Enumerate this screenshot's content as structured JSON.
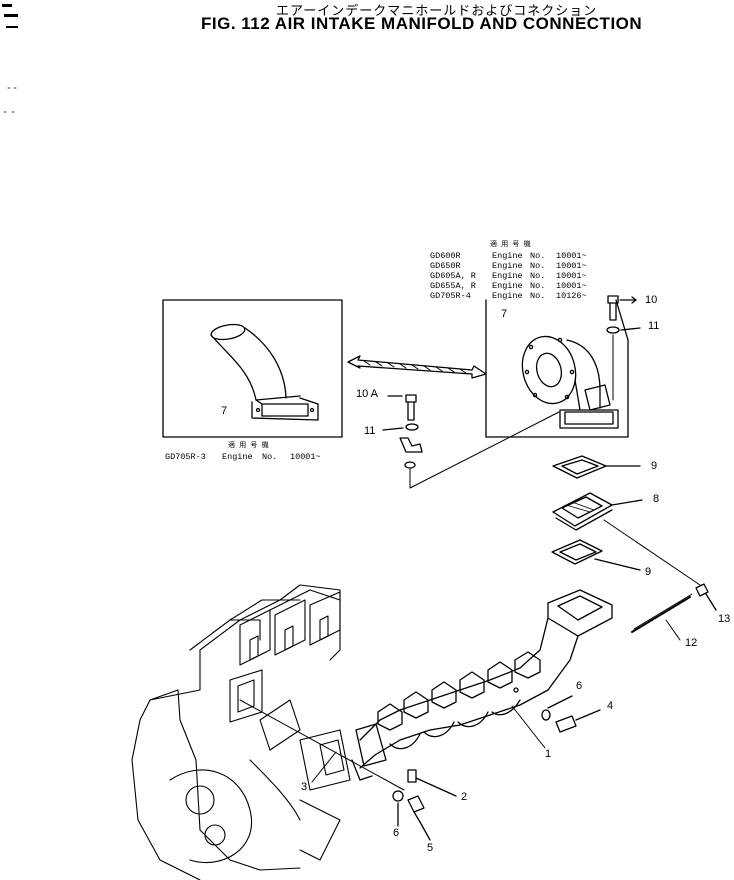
{
  "title_jp": "エアーインデークマニホールドおよびコネクション",
  "title_en": "FIG. 112  AIR INTAKE MANIFOLD AND CONNECTION",
  "right_box": {
    "header": "適 用 号 機",
    "rows": [
      {
        "model": "GD600R",
        "label": "Engine",
        "no": "No.",
        "serial": "10001~"
      },
      {
        "model": "GD650R",
        "label": "Engine",
        "no": "No.",
        "serial": "10001~"
      },
      {
        "model": "GD605A, R",
        "label": "Engine",
        "no": "No.",
        "serial": "10001~"
      },
      {
        "model": "GD655A, R",
        "label": "Engine",
        "no": "No.",
        "serial": "10001~"
      },
      {
        "model": "GD705R-4",
        "label": "Engine",
        "no": "No.",
        "serial": "10126~"
      }
    ]
  },
  "left_box": {
    "header": "適 用 号 機",
    "model": "GD705R-3",
    "label": "Engine",
    "no": "No.",
    "serial": "10001~"
  },
  "callouts": {
    "c1": "1",
    "c2": "2",
    "c3": "3",
    "c4": "4",
    "c5": "5",
    "c6a": "6",
    "c6b": "6",
    "c7a": "7",
    "c7b": "7",
    "c8": "8",
    "c9a": "9",
    "c9b": "9",
    "c10": "10",
    "c10a": "10 A",
    "c11a": "11",
    "c11b": "11",
    "c12": "12",
    "c13": "13"
  }
}
